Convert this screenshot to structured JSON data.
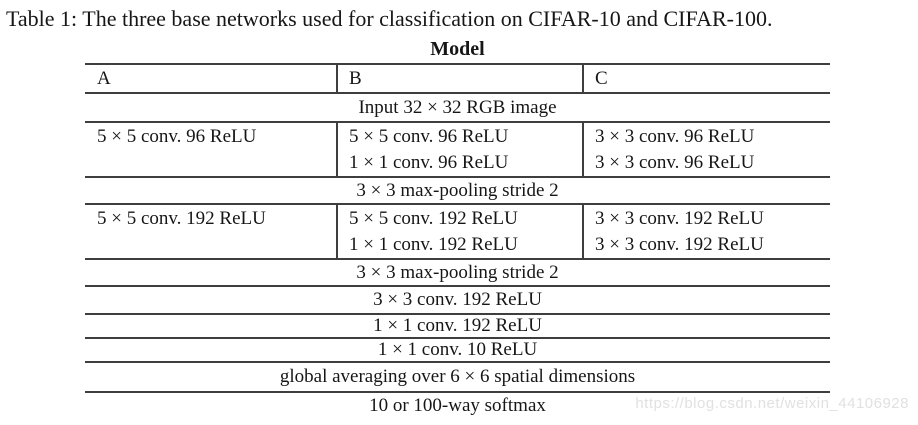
{
  "title": "Table 1: The three base networks used for classification on CIFAR-10 and CIFAR-100.",
  "table": {
    "caption": "Model",
    "columns": [
      "A",
      "B",
      "C"
    ],
    "input_row": "Input 32 × 32 RGB image",
    "conv_block_1": {
      "a": [
        "5 × 5 conv. 96 ReLU"
      ],
      "b": [
        "5 × 5 conv. 96 ReLU",
        "1 × 1 conv. 96 ReLU"
      ],
      "c": [
        "3 × 3 conv. 96 ReLU",
        "3 × 3 conv. 96 ReLU"
      ]
    },
    "pool_row_1": "3 × 3 max-pooling stride 2",
    "conv_block_2": {
      "a": [
        "5 × 5 conv. 192 ReLU"
      ],
      "b": [
        "5 × 5 conv. 192 ReLU",
        "1 × 1 conv. 192 ReLU"
      ],
      "c": [
        "3 × 3 conv. 192 ReLU",
        "3 × 3 conv. 192 ReLU"
      ]
    },
    "pool_row_2": "3 × 3 max-pooling stride 2",
    "tail_rows": [
      "3 × 3 conv. 192 ReLU",
      "1 × 1 conv. 192 ReLU",
      "1 × 1 conv. 10 ReLU",
      "global averaging over 6 × 6 spatial dimensions",
      "10 or 100-way softmax"
    ]
  },
  "watermark": "https://blog.csdn.net/weixin_44106928",
  "colors": {
    "text": "#161616",
    "rule": "#3e3e3e",
    "watermark": "#e1e1e1",
    "background": "#ffffff"
  }
}
